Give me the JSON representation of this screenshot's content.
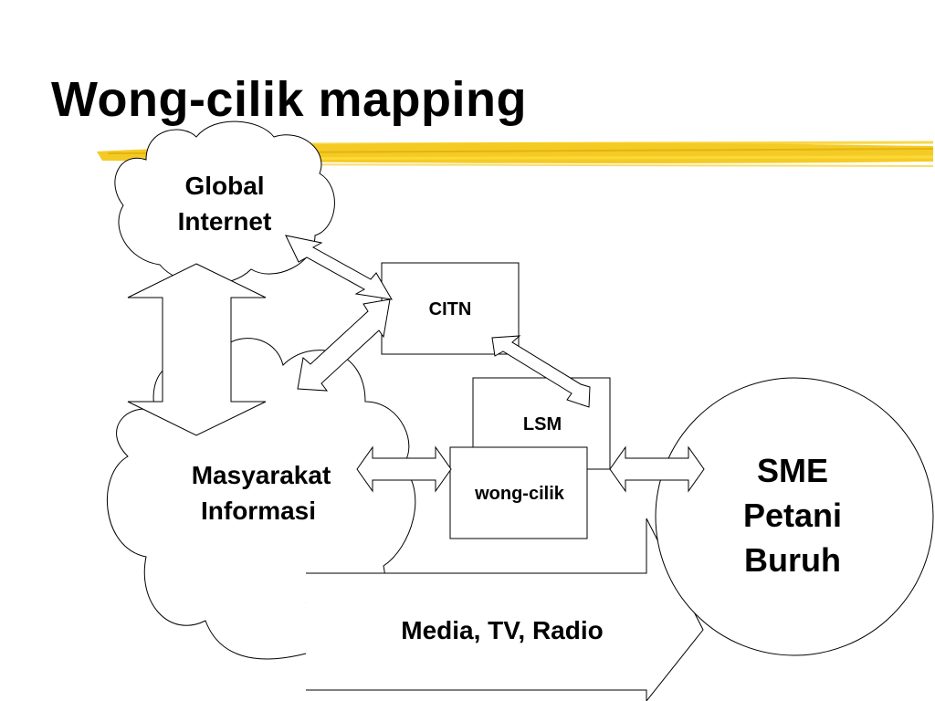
{
  "slide": {
    "title": "Wong-cilik mapping",
    "accent_color": "#f2c200"
  },
  "diagram": {
    "global_internet": {
      "line1": "Global",
      "line2": "Internet"
    },
    "masyarakat_informasi": {
      "line1": "Masyarakat",
      "line2": "Informasi"
    },
    "citn": {
      "label": "CITN"
    },
    "lsm": {
      "label": "LSM"
    },
    "wong_cilik": {
      "label": "wong-cilik"
    },
    "sme_group": {
      "line1": "SME",
      "line2": "Petani",
      "line3": "Buruh"
    },
    "media": {
      "label": "Media, TV, Radio"
    }
  }
}
